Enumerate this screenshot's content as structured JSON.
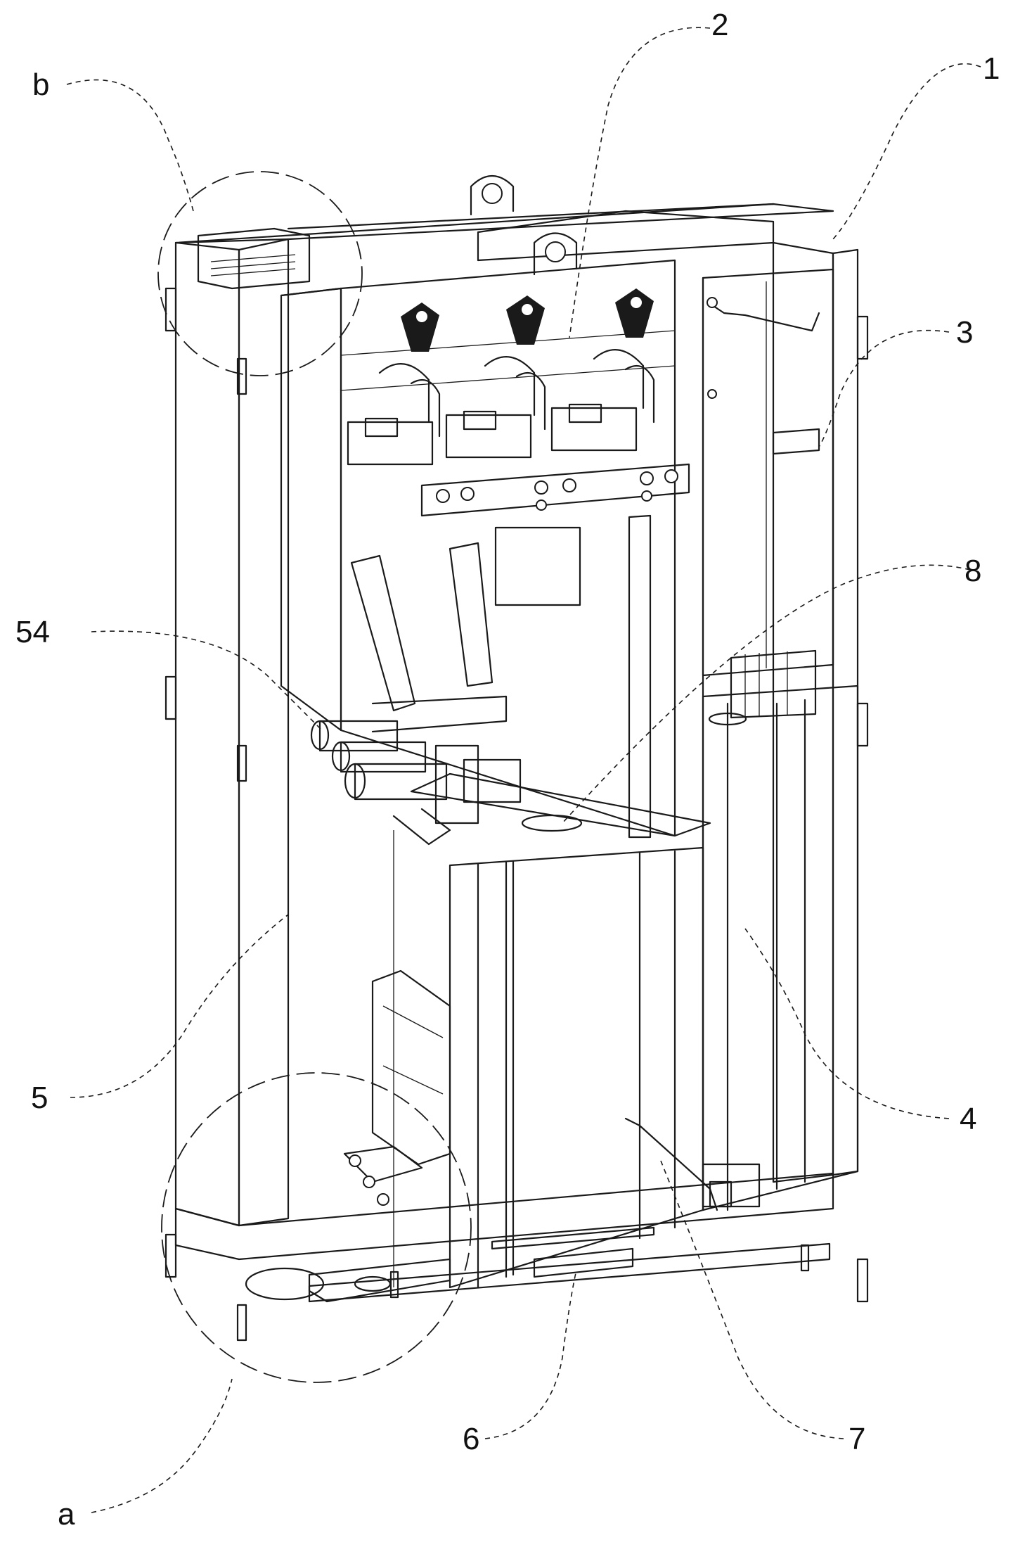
{
  "figure": {
    "labels": [
      {
        "id": "b",
        "text": "b"
      },
      {
        "id": "2",
        "text": "2"
      },
      {
        "id": "1",
        "text": "1"
      },
      {
        "id": "3",
        "text": "3"
      },
      {
        "id": "8",
        "text": "8"
      },
      {
        "id": "54",
        "text": "54"
      },
      {
        "id": "5",
        "text": "5"
      },
      {
        "id": "4",
        "text": "4"
      },
      {
        "id": "7",
        "text": "7"
      },
      {
        "id": "6",
        "text": "6"
      },
      {
        "id": "a",
        "text": "a"
      }
    ]
  }
}
